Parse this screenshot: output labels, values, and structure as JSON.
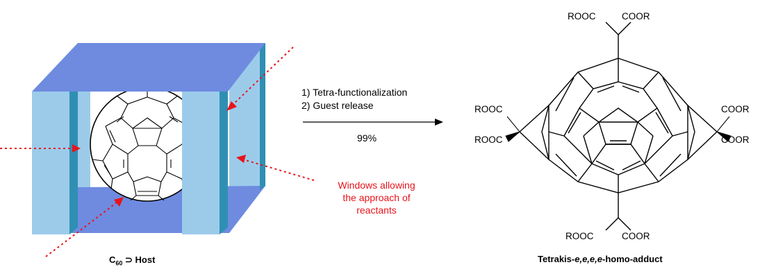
{
  "left_scheme": {
    "label_main": "C",
    "label_sub": "60",
    "label_rest": " ⊃ Host",
    "annotation_lines": [
      "Windows allowing",
      "the approach of",
      "reactants"
    ],
    "colors": {
      "box_top": "#6e8be0",
      "box_floor": "#6e8be0",
      "pillar_face": "#9ccbea",
      "pillar_side": "#2f8fb3",
      "arrow_red": "#e8141b"
    }
  },
  "reaction": {
    "condition_1": "1) Tetra-functionalization",
    "condition_2": "2) Guest release",
    "yield": "99%"
  },
  "product": {
    "label_prefix": "Tetrakis-",
    "label_italic": "e,e,e,e",
    "label_suffix": "-homo-adduct",
    "groups": {
      "top_left": "ROOC",
      "top_right": "COOR",
      "left_upper": "ROOC",
      "left_lower": "ROOC",
      "right_upper": "COOR",
      "right_lower": "COOR",
      "bottom_left": "ROOC",
      "bottom_right": "COOR"
    }
  }
}
